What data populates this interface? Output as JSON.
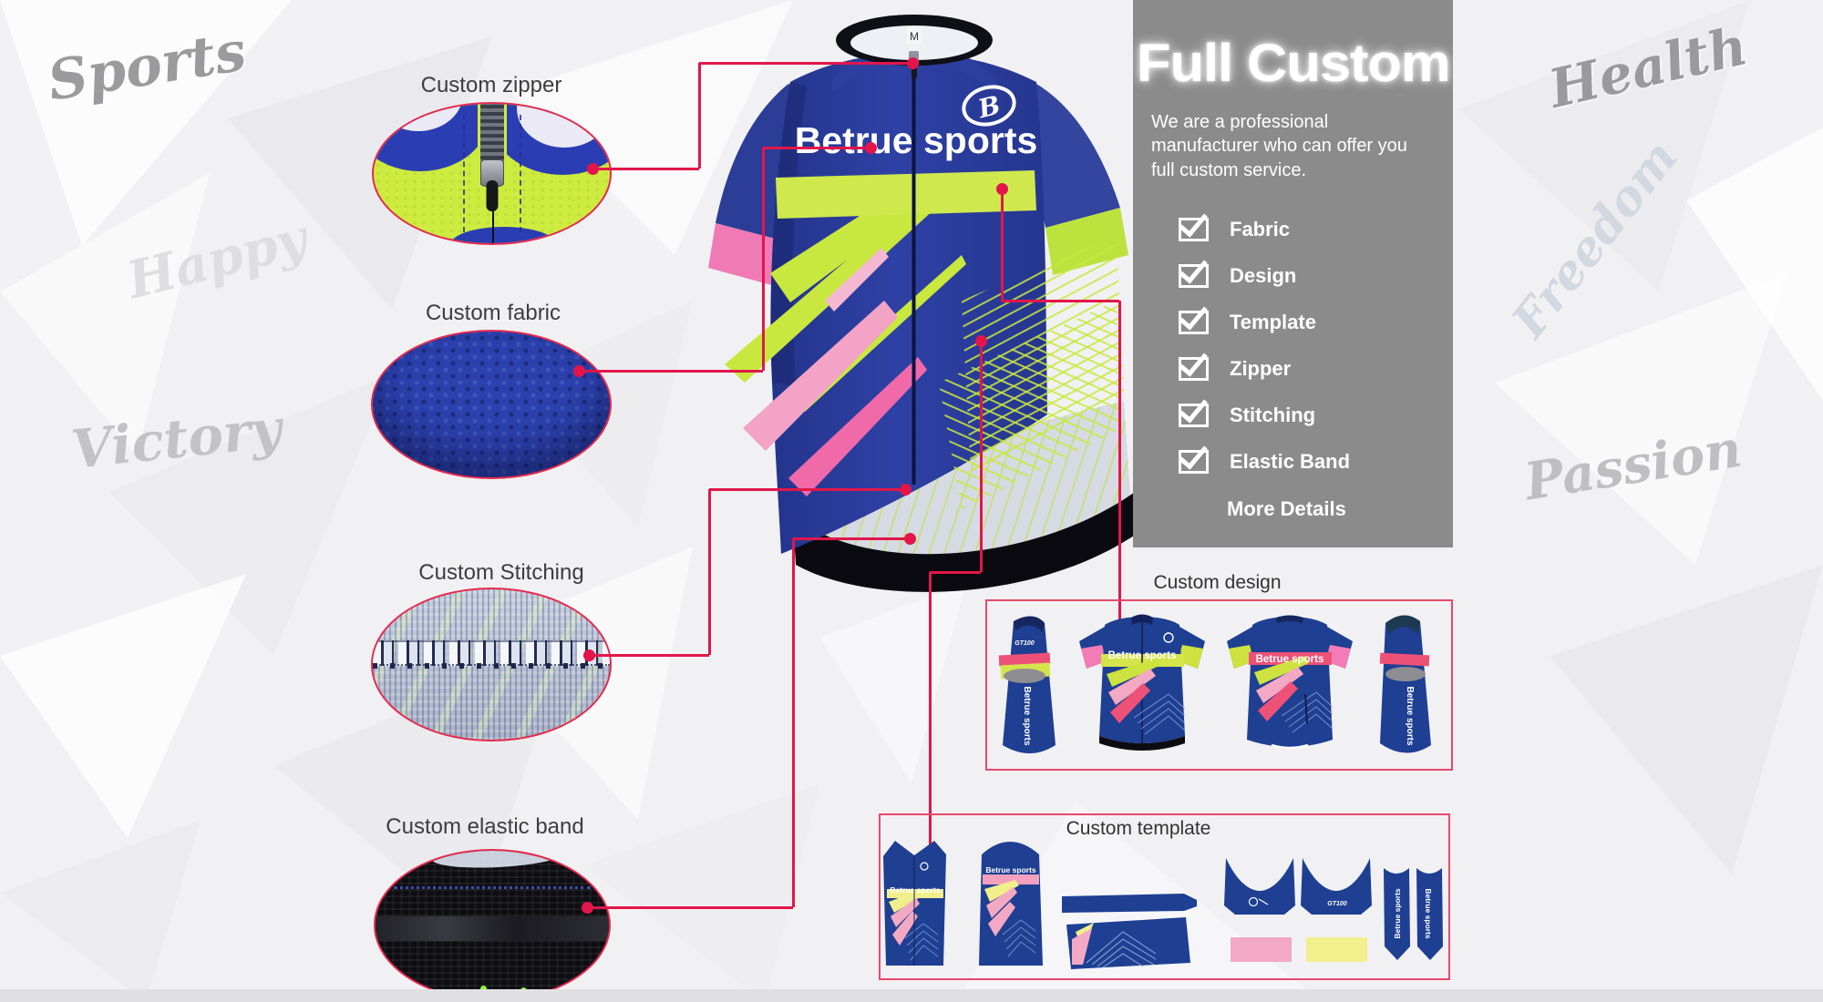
{
  "watermarks": [
    "Sports",
    "Health",
    "Happy",
    "Freedom",
    "Victory",
    "Passion"
  ],
  "callouts": {
    "zipper_label": "Custom zipper",
    "fabric_label": "Custom fabric",
    "stitching_label": "Custom Stitching",
    "elastic_label": "Custom elastic band"
  },
  "panel": {
    "title": "Full Custom",
    "description": "We are a professional manufacturer who can offer you full custom service.",
    "checklist": [
      "Fabric",
      "Design",
      "Template",
      "Zipper",
      "Stitching",
      "Elastic Band"
    ],
    "more_details": "More Details"
  },
  "brand": {
    "name": "Betrue sports",
    "initial": "B",
    "size_tag": "M",
    "gt_logo": "GT100"
  },
  "sections": {
    "design_title": "Custom design",
    "template_title": "Custom template"
  },
  "colors": {
    "accent_line": "#e2164a",
    "box_border": "#e8486b",
    "panel_gray": "#8b8b8b",
    "jersey_navy": "#2a3d9b",
    "flat_navy": "#1e3f92",
    "chartreuse": "#cfe94d",
    "cuff_green": "#b9e23f",
    "cuff_pink": "#f27cb5",
    "stripe_pink": "#ee5177",
    "pale_pink": "#f3a9c4",
    "pale_yellow": "#f1ee8c"
  }
}
